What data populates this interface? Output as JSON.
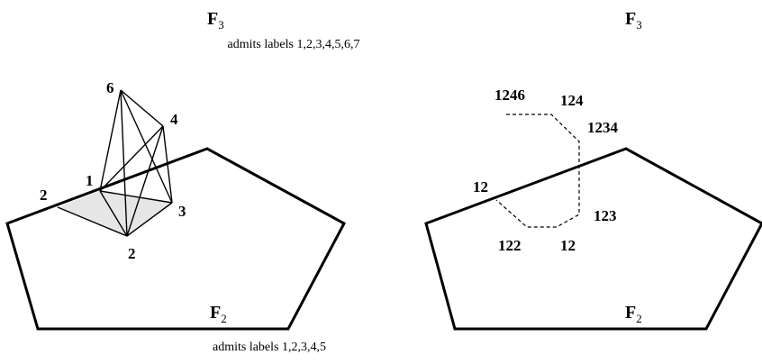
{
  "left": {
    "top_face": {
      "main": "F",
      "sub": "3"
    },
    "top_note": "admits labels 1,2,3,4,5,6,7",
    "bottom_face": {
      "main": "F",
      "sub": "2"
    },
    "bottom_note": "admits labels 1,2,3,4,5",
    "vertex_labels": {
      "v6": "6",
      "v4": "4",
      "v1": "1",
      "v2_left": "2",
      "v3": "3",
      "v2_bottom": "2"
    }
  },
  "right": {
    "top_face": {
      "main": "F",
      "sub": "3"
    },
    "bottom_face": {
      "main": "F",
      "sub": "2"
    },
    "path_labels": {
      "l1246": "1246",
      "l124": "124",
      "l1234": "1234",
      "l12_left": "12",
      "l123": "123",
      "l122": "122",
      "l12_bottom": "12"
    }
  },
  "colors": {
    "stroke": "#000000",
    "shade": "#e6e6e6"
  }
}
